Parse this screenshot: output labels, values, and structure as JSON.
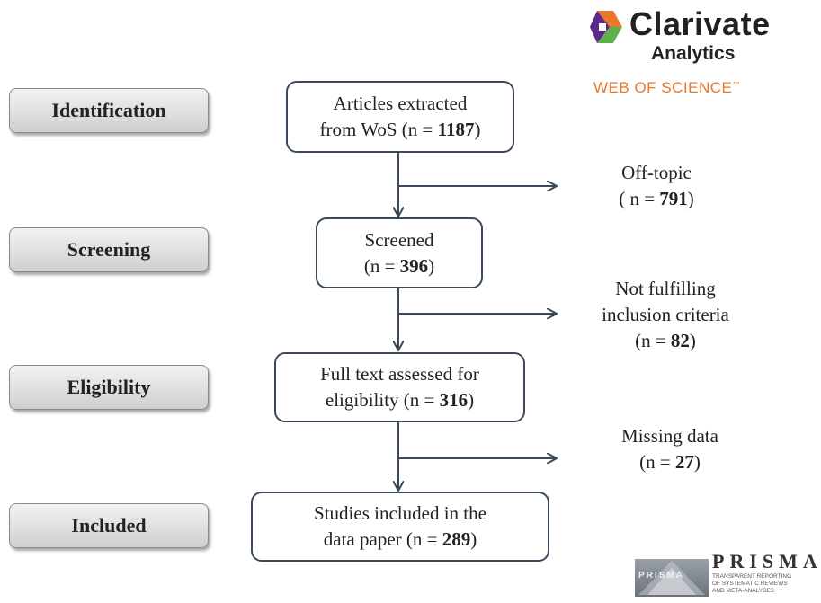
{
  "phases": {
    "identification": "Identification",
    "screening": "Screening",
    "eligibility": "Eligibility",
    "included": "Included"
  },
  "flow": {
    "extracted": {
      "line1": "Articles extracted",
      "line2_pre": "from WoS (n = ",
      "count": "1187",
      "line2_post": ")"
    },
    "screened": {
      "line1": "Screened",
      "line2_pre": "(n = ",
      "count": "396",
      "line2_post": ")"
    },
    "fulltext": {
      "line1": "Full text assessed for",
      "line2_pre": "eligibility (n = ",
      "count": "316",
      "line2_post": ")"
    },
    "included": {
      "line1": "Studies included in the",
      "line2_pre": "data paper (n = ",
      "count": "289",
      "line2_post": ")"
    }
  },
  "exclusions": {
    "offtopic": {
      "line1": "Off-topic",
      "line2_pre": "( n = ",
      "count": "791",
      "line2_post": ")"
    },
    "notfulfilling": {
      "line1": "Not fulfilling",
      "line2": "inclusion criteria",
      "line3_pre": "(n = ",
      "count": "82",
      "line3_post": ")"
    },
    "missing": {
      "line1": "Missing data",
      "line2_pre": "(n = ",
      "count": "27",
      "line2_post": ")"
    }
  },
  "logos": {
    "clarivate": "Clarivate",
    "analytics": "Analytics",
    "wos": "WEB OF SCIENCE",
    "wos_tm": "™",
    "prisma_title": "PRISMA",
    "prisma_sub1": "TRANSPARENT REPORTING",
    "prisma_sub2": "of SYSTEMATIC REVIEWS",
    "prisma_sub3": "and META-ANALYSES",
    "prisma_badge": "PRISMA"
  },
  "colors": {
    "box_border": "#3b4a5a",
    "arrow": "#3b4a5a",
    "wos_orange": "#e8782a",
    "clarivate_green": "#5fb04b",
    "clarivate_orange": "#e8782a",
    "clarivate_purple": "#5b2a86"
  }
}
